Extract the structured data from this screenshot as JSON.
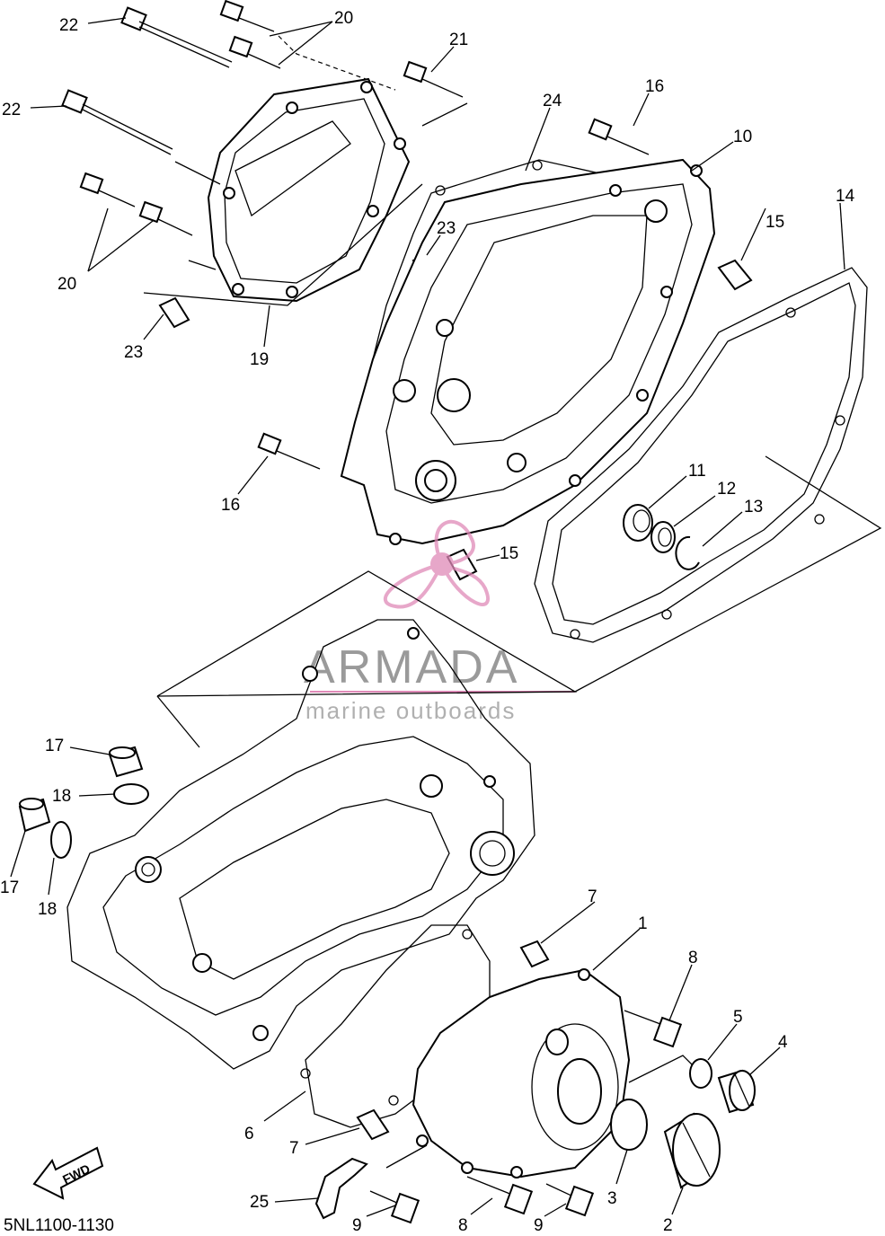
{
  "diagram": {
    "code": "5NL1100-1130",
    "fwd_label": "FWD",
    "watermark": {
      "brand": "ARMADA",
      "tagline": "marine outboards",
      "color": "#e08ab8"
    },
    "callouts": [
      {
        "id": "c22a",
        "text": "22"
      },
      {
        "id": "c20a",
        "text": "20"
      },
      {
        "id": "c21",
        "text": "21"
      },
      {
        "id": "c22b",
        "text": "22"
      },
      {
        "id": "c24",
        "text": "24"
      },
      {
        "id": "c16a",
        "text": "16"
      },
      {
        "id": "c10",
        "text": "10"
      },
      {
        "id": "c14",
        "text": "14"
      },
      {
        "id": "c15a",
        "text": "15"
      },
      {
        "id": "c23a",
        "text": "23"
      },
      {
        "id": "c20b",
        "text": "20"
      },
      {
        "id": "c23b",
        "text": "23"
      },
      {
        "id": "c19",
        "text": "19"
      },
      {
        "id": "c16b",
        "text": "16"
      },
      {
        "id": "c11",
        "text": "11"
      },
      {
        "id": "c12",
        "text": "12"
      },
      {
        "id": "c13",
        "text": "13"
      },
      {
        "id": "c15b",
        "text": "15"
      },
      {
        "id": "c17a",
        "text": "17"
      },
      {
        "id": "c18a",
        "text": "18"
      },
      {
        "id": "c17b",
        "text": "17"
      },
      {
        "id": "c18b",
        "text": "18"
      },
      {
        "id": "c7a",
        "text": "7"
      },
      {
        "id": "c1",
        "text": "1"
      },
      {
        "id": "c8a",
        "text": "8"
      },
      {
        "id": "c5",
        "text": "5"
      },
      {
        "id": "c4",
        "text": "4"
      },
      {
        "id": "c6",
        "text": "6"
      },
      {
        "id": "c7b",
        "text": "7"
      },
      {
        "id": "c3",
        "text": "3"
      },
      {
        "id": "c25",
        "text": "25"
      },
      {
        "id": "c9a",
        "text": "9"
      },
      {
        "id": "c8b",
        "text": "8"
      },
      {
        "id": "c9b",
        "text": "9"
      },
      {
        "id": "c2",
        "text": "2"
      }
    ]
  }
}
